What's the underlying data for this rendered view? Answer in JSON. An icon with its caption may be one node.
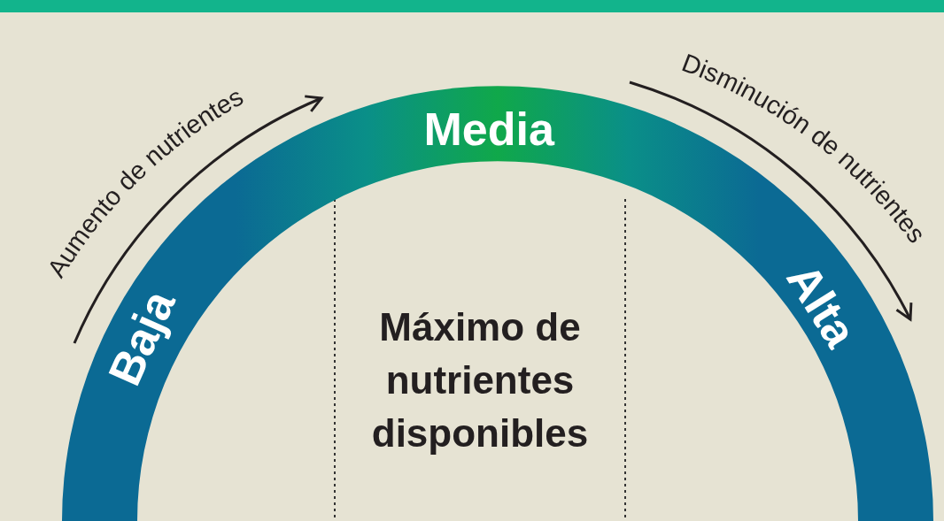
{
  "diagram": {
    "nodes": [
      {
        "text": [
          "Baja",
          "Media",
          "Alta"
        ]
      }
    ],
    "labels": [
      "Aumento de nutrientes",
      "Disminución de nutrientes",
      "Máximo de nutrientes disponibles"
    ]
  }
}
